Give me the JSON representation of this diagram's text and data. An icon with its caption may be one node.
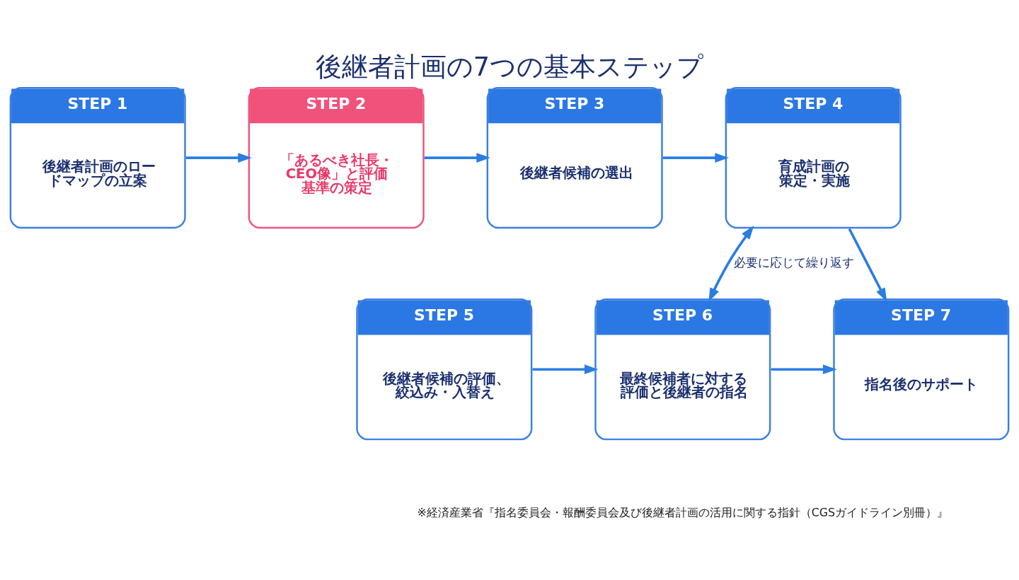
{
  "diagram": {
    "title": "後継者計画の7つの基本ステップ",
    "caption": "※経済産業省『指名委員会・報酬委員会及び後継者計画の活用に関する指針（CGSガイドライン別冊）』",
    "nodes": [
      {
        "text": [
          "STEP 1",
          "後継者計画のロードマップの立案"
        ]
      },
      {
        "text": [
          "STEP 2",
          "「あるべき社長・CEO像」と評価基準の策定"
        ]
      },
      {
        "text": [
          "STEP 3",
          "後継者候補の選出"
        ]
      },
      {
        "text": [
          "STEP 4",
          "育成計画の策定・実施"
        ]
      },
      {
        "text": [
          "STEP 5",
          "後継者候補の評価、絞込み・入替え"
        ]
      },
      {
        "text": [
          "STEP 6",
          "最終候補者に対する評価と後継者の指名"
        ]
      },
      {
        "text": [
          "STEP 7",
          "指名後のサポート"
        ]
      }
    ],
    "edges": [
      {
        "from": 0,
        "to": 1,
        "arrow": "to"
      },
      {
        "from": 1,
        "to": 2,
        "arrow": "to"
      },
      {
        "from": 2,
        "to": 3,
        "arrow": "to"
      },
      {
        "from": 3,
        "to": 6,
        "arrow": "to"
      },
      {
        "from": 3,
        "to": 5,
        "label": "必要に応じて繰り返す",
        "arrow": "both"
      },
      {
        "from": 4,
        "to": 5,
        "arrow": "to"
      },
      {
        "from": 5,
        "to": 6,
        "arrow": "to"
      }
    ]
  }
}
